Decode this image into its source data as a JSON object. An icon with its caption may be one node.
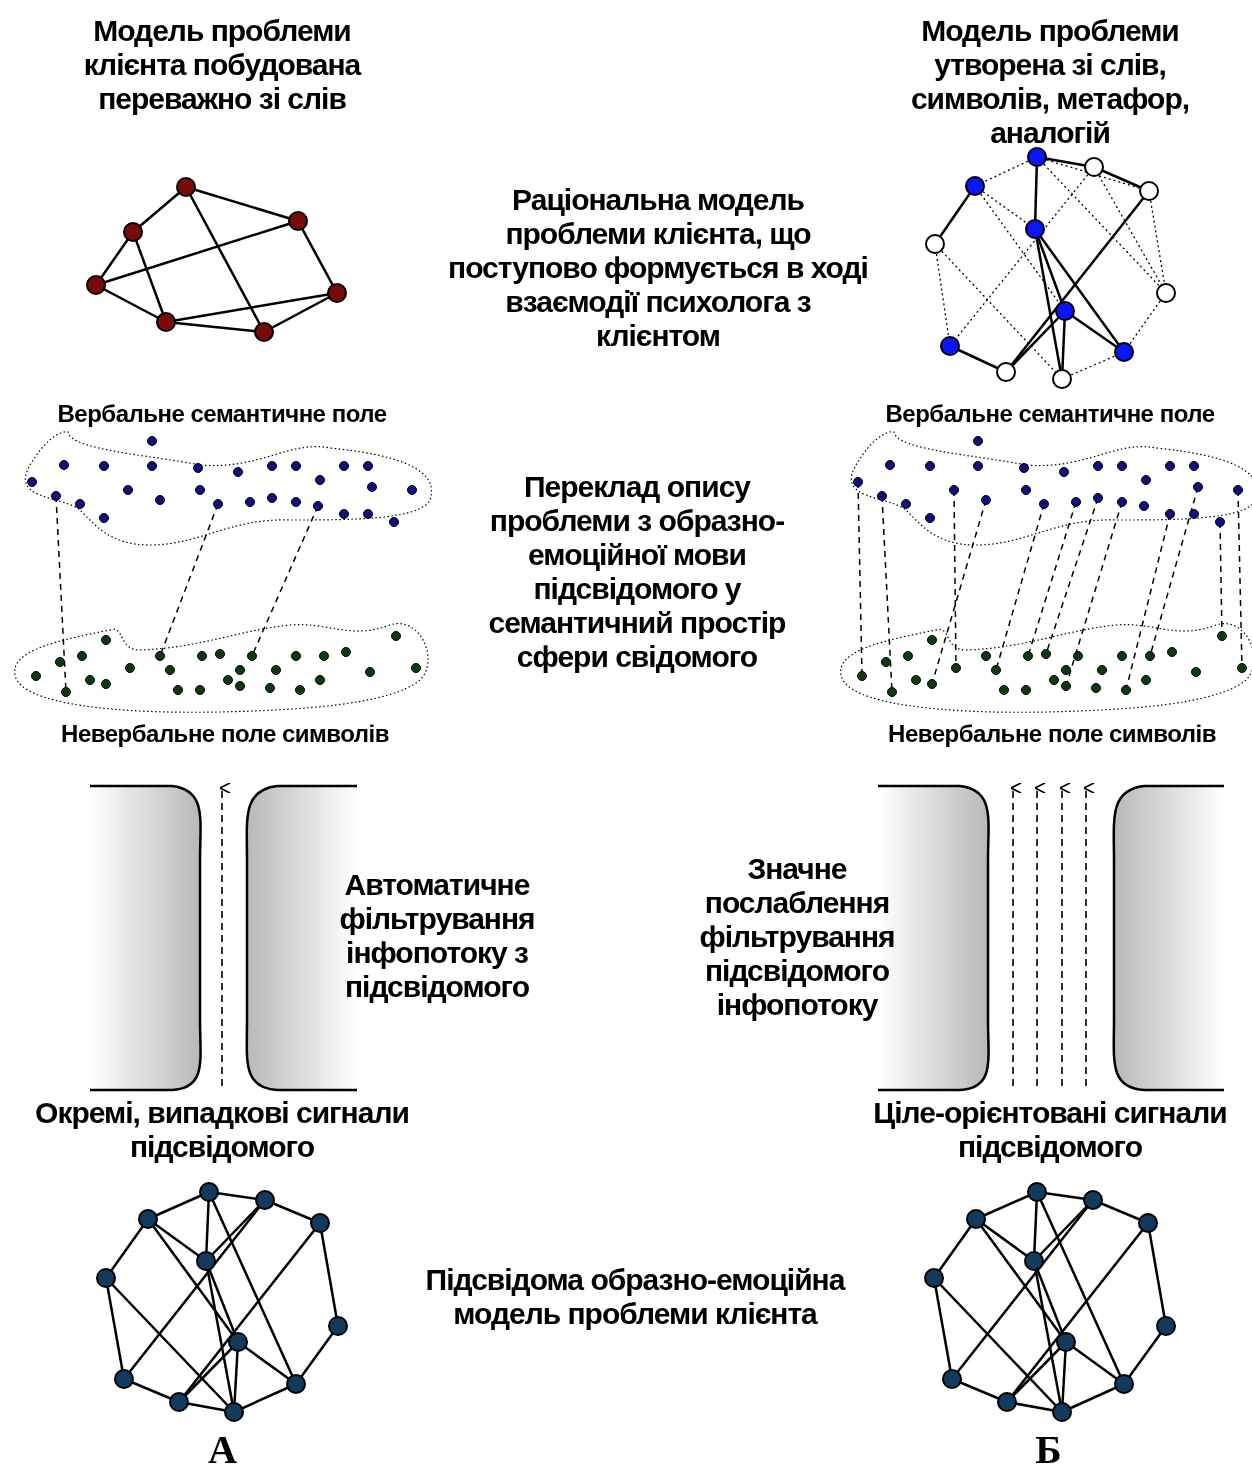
{
  "diagram": {
    "labels": [
      "Модель проблеми клієнта побудована переважно зі слів",
      "Модель проблеми утворена зі слів, символів, метафор, аналогій",
      "Раціональна модель проблеми клієнта, що поступово формується в ході взаємодії психолога з клієнтом",
      "Вербальне семантичне поле",
      "Вербальне семантичне поле",
      "Переклад опису проблеми з образно-емоційної мови підсвідомого у семантичний простір сфери свідомого",
      "Невербальне поле символів",
      "Невербальне поле символів",
      "Автоматичне фільтрування інфопотоку з підсвідомого",
      "Значне послаблення фільтрування підсвідомого інфопотоку",
      "Окремі, випадкові сигнали підсвідомого",
      "Ціле-орієнтовані сигнали підсвідомого",
      "Підсвідома образно-емоційна модель проблеми клієнта",
      "А",
      "Б"
    ]
  }
}
